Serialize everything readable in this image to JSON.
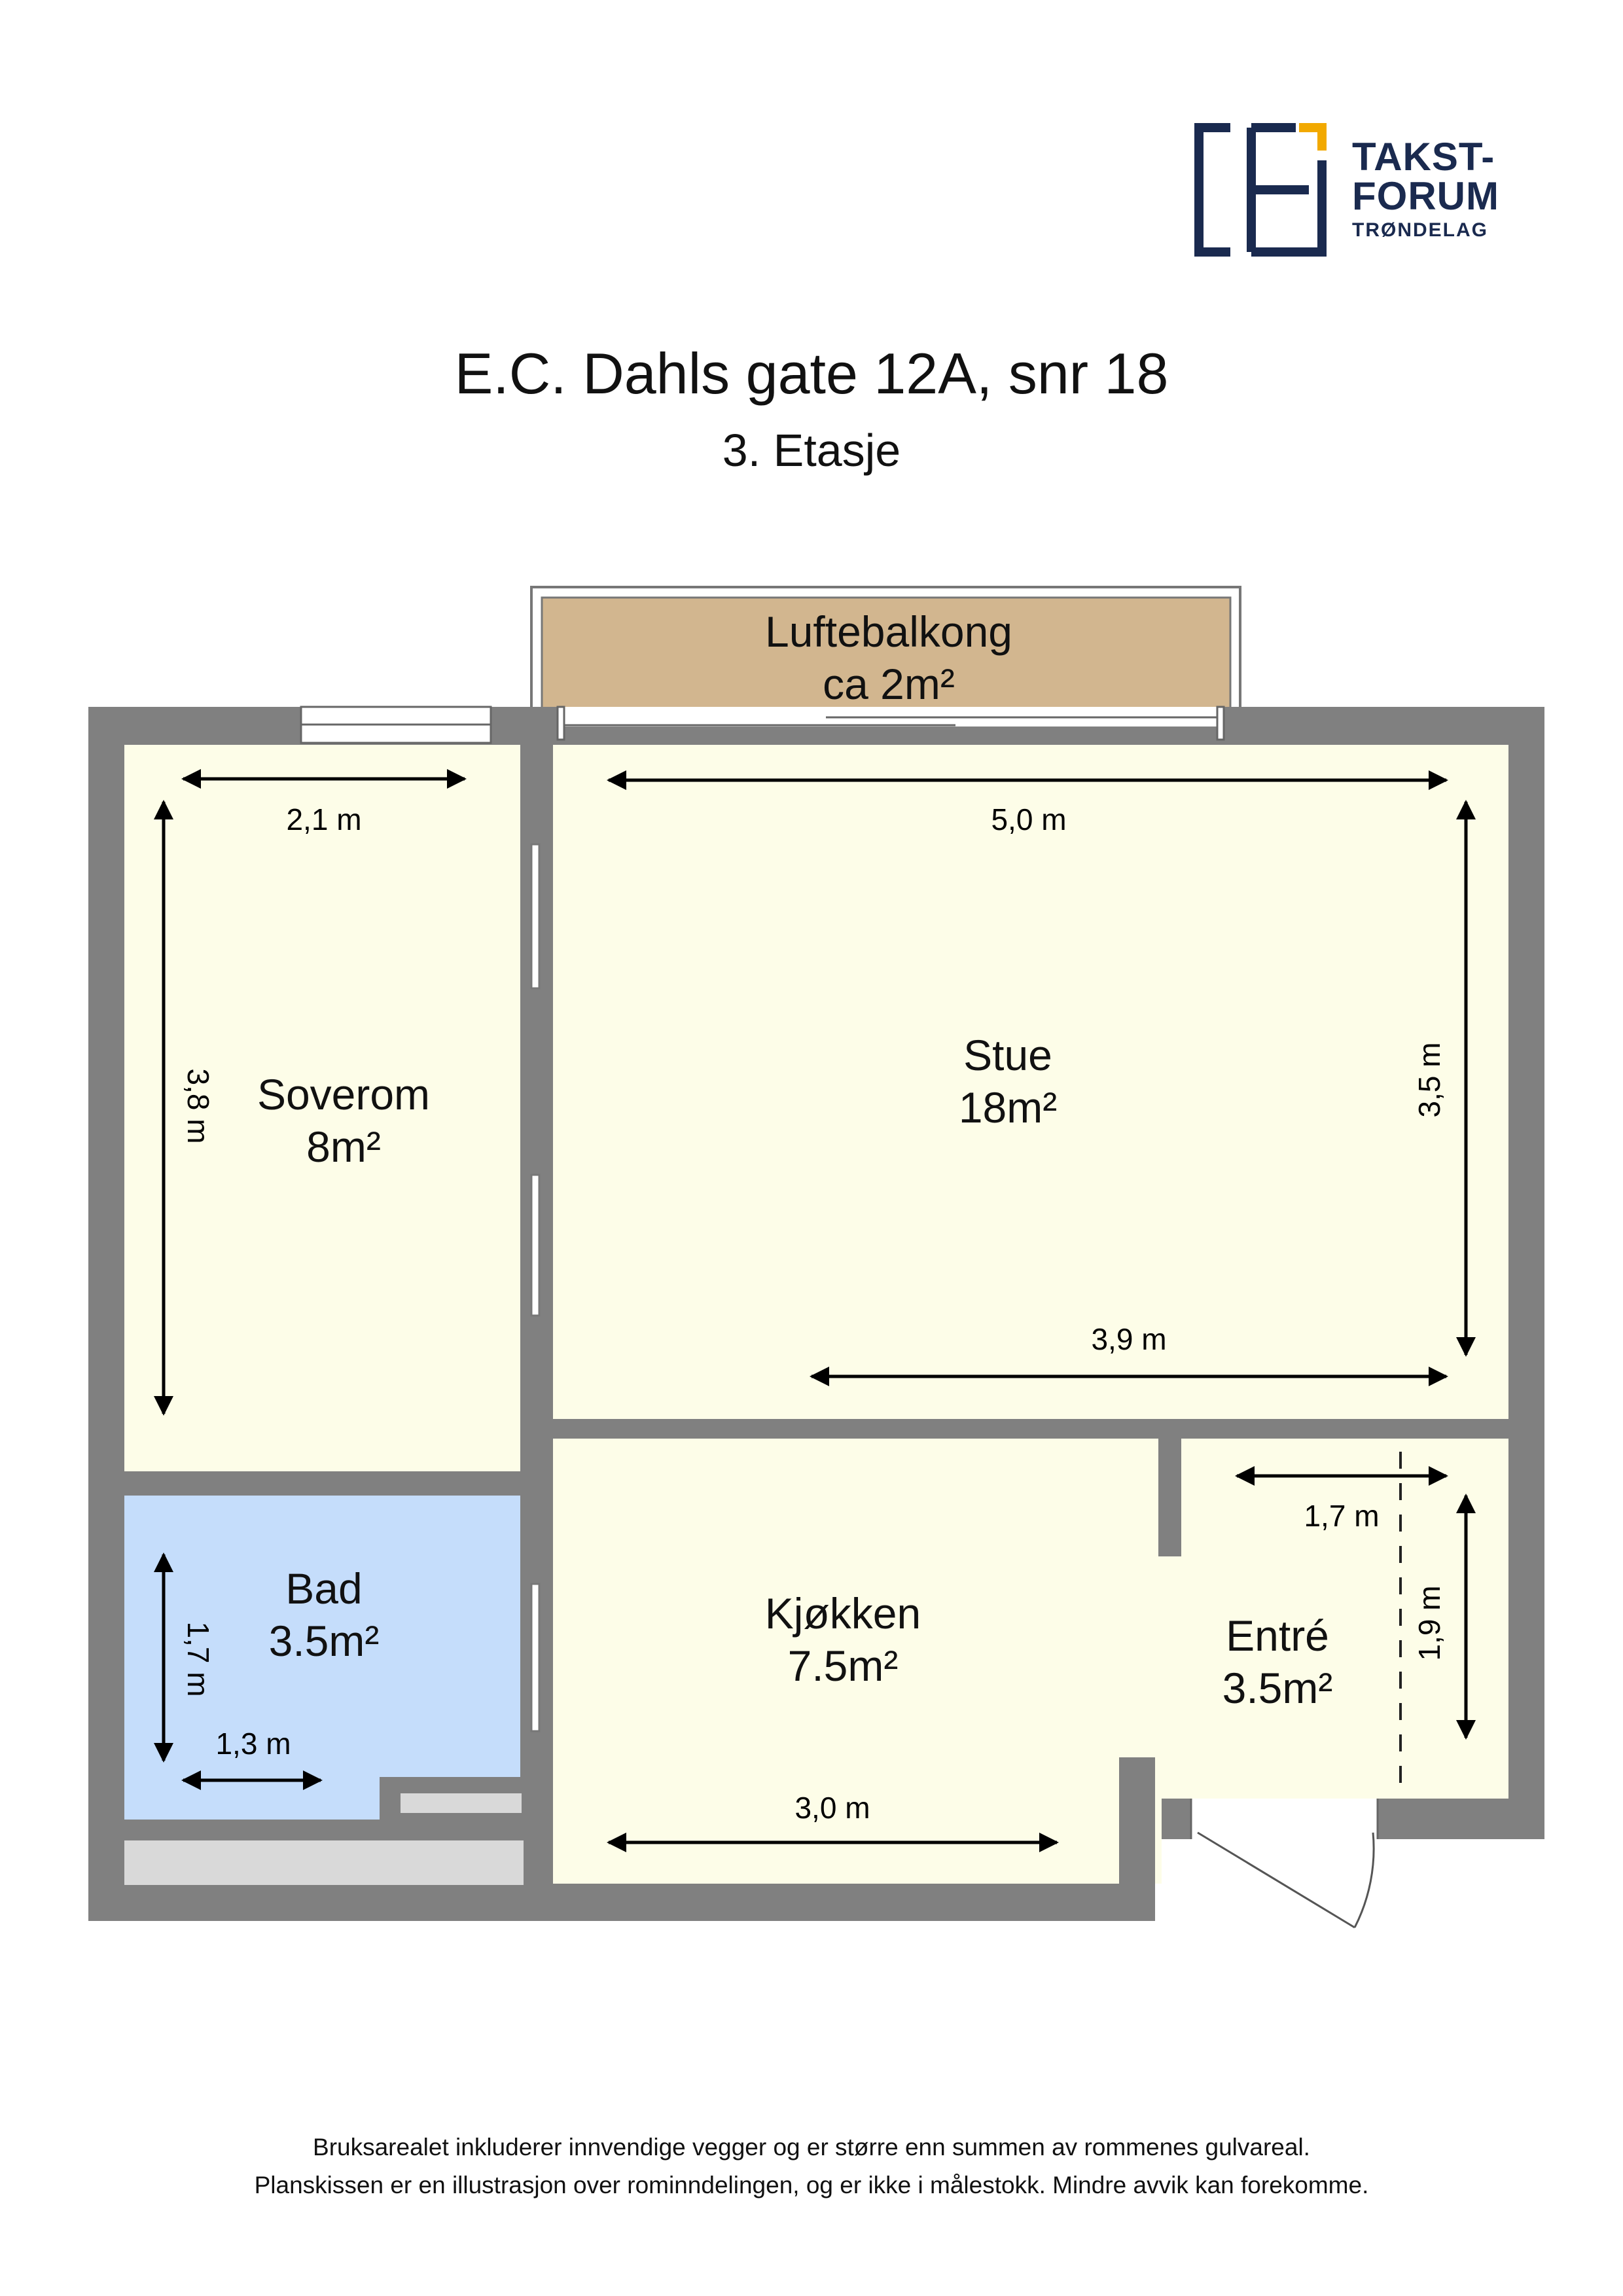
{
  "brand": {
    "line1": "TAKST-",
    "line2": "FORUM",
    "line3": "TRØNDELAG",
    "color_navy": "#1a2a4f",
    "color_accent": "#f2a900"
  },
  "header": {
    "title": "E.C. Dahls gate 12A, snr 18",
    "subtitle": "3. Etasje"
  },
  "rooms": {
    "balcony": {
      "name": "Luftebalkong",
      "area": "ca 2m²"
    },
    "living": {
      "name": "Stue",
      "area": "18m²"
    },
    "bedroom": {
      "name": "Soverom",
      "area": "8m²"
    },
    "bath": {
      "name": "Bad",
      "area": "3.5m²"
    },
    "kitchen": {
      "name": "Kjøkken",
      "area": "7.5m²"
    },
    "hall": {
      "name": "Entré",
      "area": "3.5m²"
    }
  },
  "dimensions": {
    "bedroom_width": "2,1 m",
    "bedroom_height": "3,8 m",
    "living_width": "5,0 m",
    "living_height": "3,5 m",
    "living_lower_width": "3,9 m",
    "hall_width": "1,7 m",
    "hall_height": "1,9 m",
    "bath_height": "1,7 m",
    "bath_width": "1,3 m",
    "kitchen_width": "3,0 m"
  },
  "colors": {
    "wall": "#808080",
    "floor": "#fdfde8",
    "bath": "#c5ddfb",
    "balcony": "#d2b68f",
    "fixture": "#d9d9d9"
  },
  "footer": {
    "line1": "Bruksarealet inkluderer innvendige vegger og er større enn summen av rommenes gulvareal.",
    "line2": "Planskissen er en illustrasjon over rominndelingen, og er ikke i målestokk. Mindre avvik kan forekomme."
  }
}
